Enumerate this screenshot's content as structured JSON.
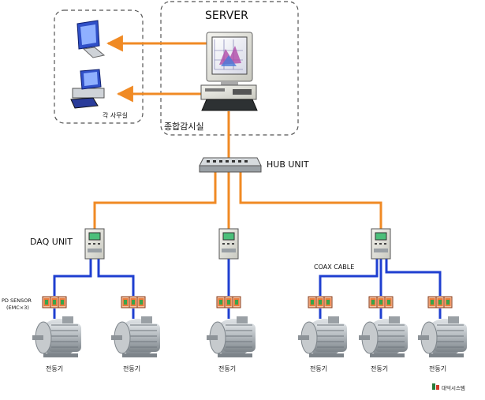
{
  "labels": {
    "server": "SERVER",
    "office": "각 사무실",
    "control_room": "종합감시실",
    "hub": "HUB UNIT",
    "daq": "DAQ UNIT",
    "coax": "COAX CABLE",
    "pd_sensor_line1": "PD SENSOR",
    "pd_sensor_line2": "(EMC×3)",
    "motor_label": "전동기",
    "brand": "대덕시스템"
  },
  "motors": [
    {
      "label": "전동기"
    },
    {
      "label": "전동기"
    },
    {
      "label": "전동기"
    },
    {
      "label": "전동기"
    },
    {
      "label": "전동기"
    },
    {
      "label": "전동기"
    }
  ],
  "colors": {
    "ethernet_line": "#f08a24",
    "coax_line": "#1f3fd0",
    "dashed_border": "#555555"
  }
}
